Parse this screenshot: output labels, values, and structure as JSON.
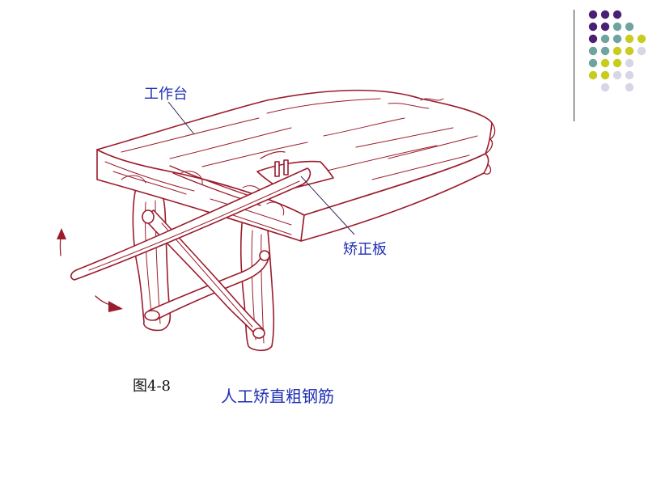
{
  "diagram": {
    "labels": {
      "workbench": "工作台",
      "straightening_plate": "矫正板"
    },
    "figure_number": "图4-8",
    "caption": "人工矫直粗钢筋"
  },
  "colors": {
    "drawing_stroke": "#9b1c2c",
    "label_text": "#1f2fb4",
    "dot_purple": "#4a1f74",
    "dot_teal": "#6fa3a0",
    "dot_yellow": "#c9cc1e",
    "dot_lavender": "#d6d6e6"
  },
  "decoration": {
    "dot_grid": [
      [
        "purple",
        "purple",
        "purple",
        "",
        ""
      ],
      [
        "purple",
        "purple",
        "teal",
        "teal",
        ""
      ],
      [
        "purple",
        "teal",
        "teal",
        "yellow",
        "yellow"
      ],
      [
        "teal",
        "teal",
        "yellow",
        "yellow",
        "lavender"
      ],
      [
        "teal",
        "yellow",
        "yellow",
        "lavender",
        ""
      ],
      [
        "yellow",
        "yellow",
        "lavender",
        "lavender",
        ""
      ],
      [
        "",
        "lavender",
        "",
        "lavender",
        ""
      ]
    ]
  }
}
